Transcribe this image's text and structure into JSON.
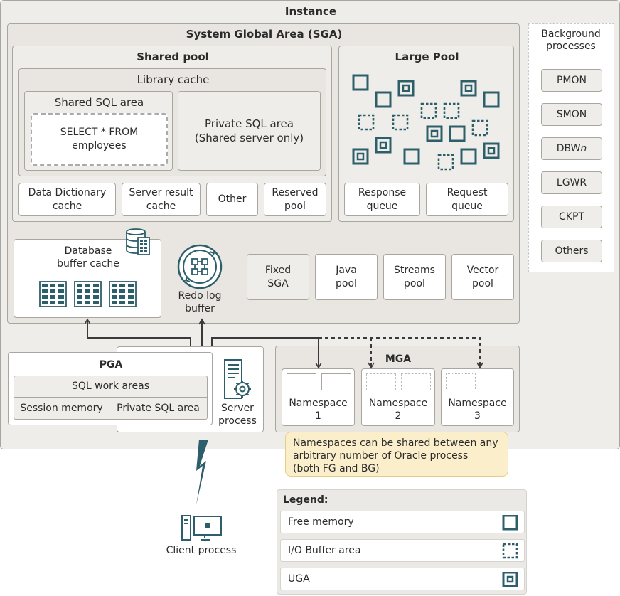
{
  "instance": {
    "title": "Instance"
  },
  "sga": {
    "title": "System Global Area (SGA)",
    "shared_pool": {
      "title": "Shared pool",
      "library_cache": {
        "title": "Library cache",
        "shared_sql_area": {
          "title": "Shared SQL area",
          "statement": "SELECT * FROM\nemployees"
        },
        "private_sql_area": "Private SQL area\n(Shared server only)"
      },
      "data_dictionary_cache": "Data Dictionary\ncache",
      "server_result_cache": "Server result\ncache",
      "other": "Other",
      "reserved_pool": "Reserved\npool"
    },
    "large_pool": {
      "title": "Large Pool",
      "response_queue": "Response\nqueue",
      "request_queue": "Request\nqueue"
    },
    "database_buffer_cache": "Database\nbuffer cache",
    "redo_log_buffer": "Redo log\nbuffer",
    "fixed_sga": "Fixed\nSGA",
    "java_pool": "Java\npool",
    "streams_pool": "Streams\npool",
    "vector_pool": "Vector\npool"
  },
  "background_processes": {
    "title": "Background\nprocesses",
    "items": [
      "PMON",
      "SMON",
      "DBW",
      "LGWR",
      "CKPT",
      "Others"
    ],
    "dbw_suffix": "n"
  },
  "pga": {
    "title": "PGA",
    "sql_work_areas": "SQL work areas",
    "session_memory": "Session memory",
    "private_sql_area": "Private SQL area"
  },
  "server_process": "Server\nprocess",
  "mga": {
    "title": "MGA",
    "namespaces": [
      "Namespace\n1",
      "Namespace\n2",
      "Namespace\n3"
    ]
  },
  "note": "Namespaces can be shared between any\narbitrary number of Oracle process\n(both FG and BG)",
  "client_process": "Client process",
  "legend": {
    "title": "Legend:",
    "items": [
      "Free memory",
      "I/O Buffer area",
      "UGA"
    ]
  },
  "colors": {
    "teal": "#2d5f6b",
    "box_border": "#a9a6a0",
    "panel_grey": "#e9e6e1",
    "callout": "#fbeecb"
  }
}
